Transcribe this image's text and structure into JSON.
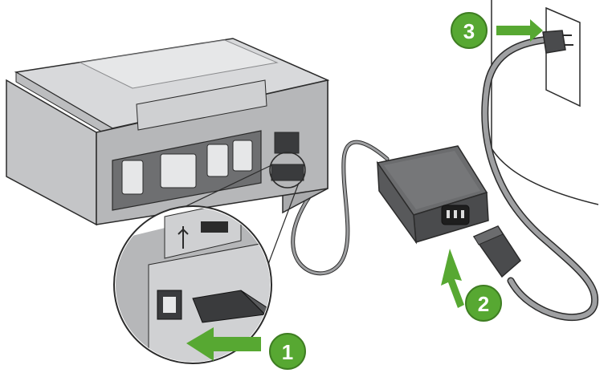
{
  "steps": [
    {
      "number": "1",
      "target": "usb-port"
    },
    {
      "number": "2",
      "target": "power-adapter"
    },
    {
      "number": "3",
      "target": "wall-outlet"
    }
  ],
  "colors": {
    "step_badge": "#57a832",
    "arrow": "#57a832",
    "printer_body": "#c9cacc",
    "printer_dark": "#9a9b9d",
    "outline": "#2b2b2b",
    "adapter": "#4a4b4d"
  }
}
